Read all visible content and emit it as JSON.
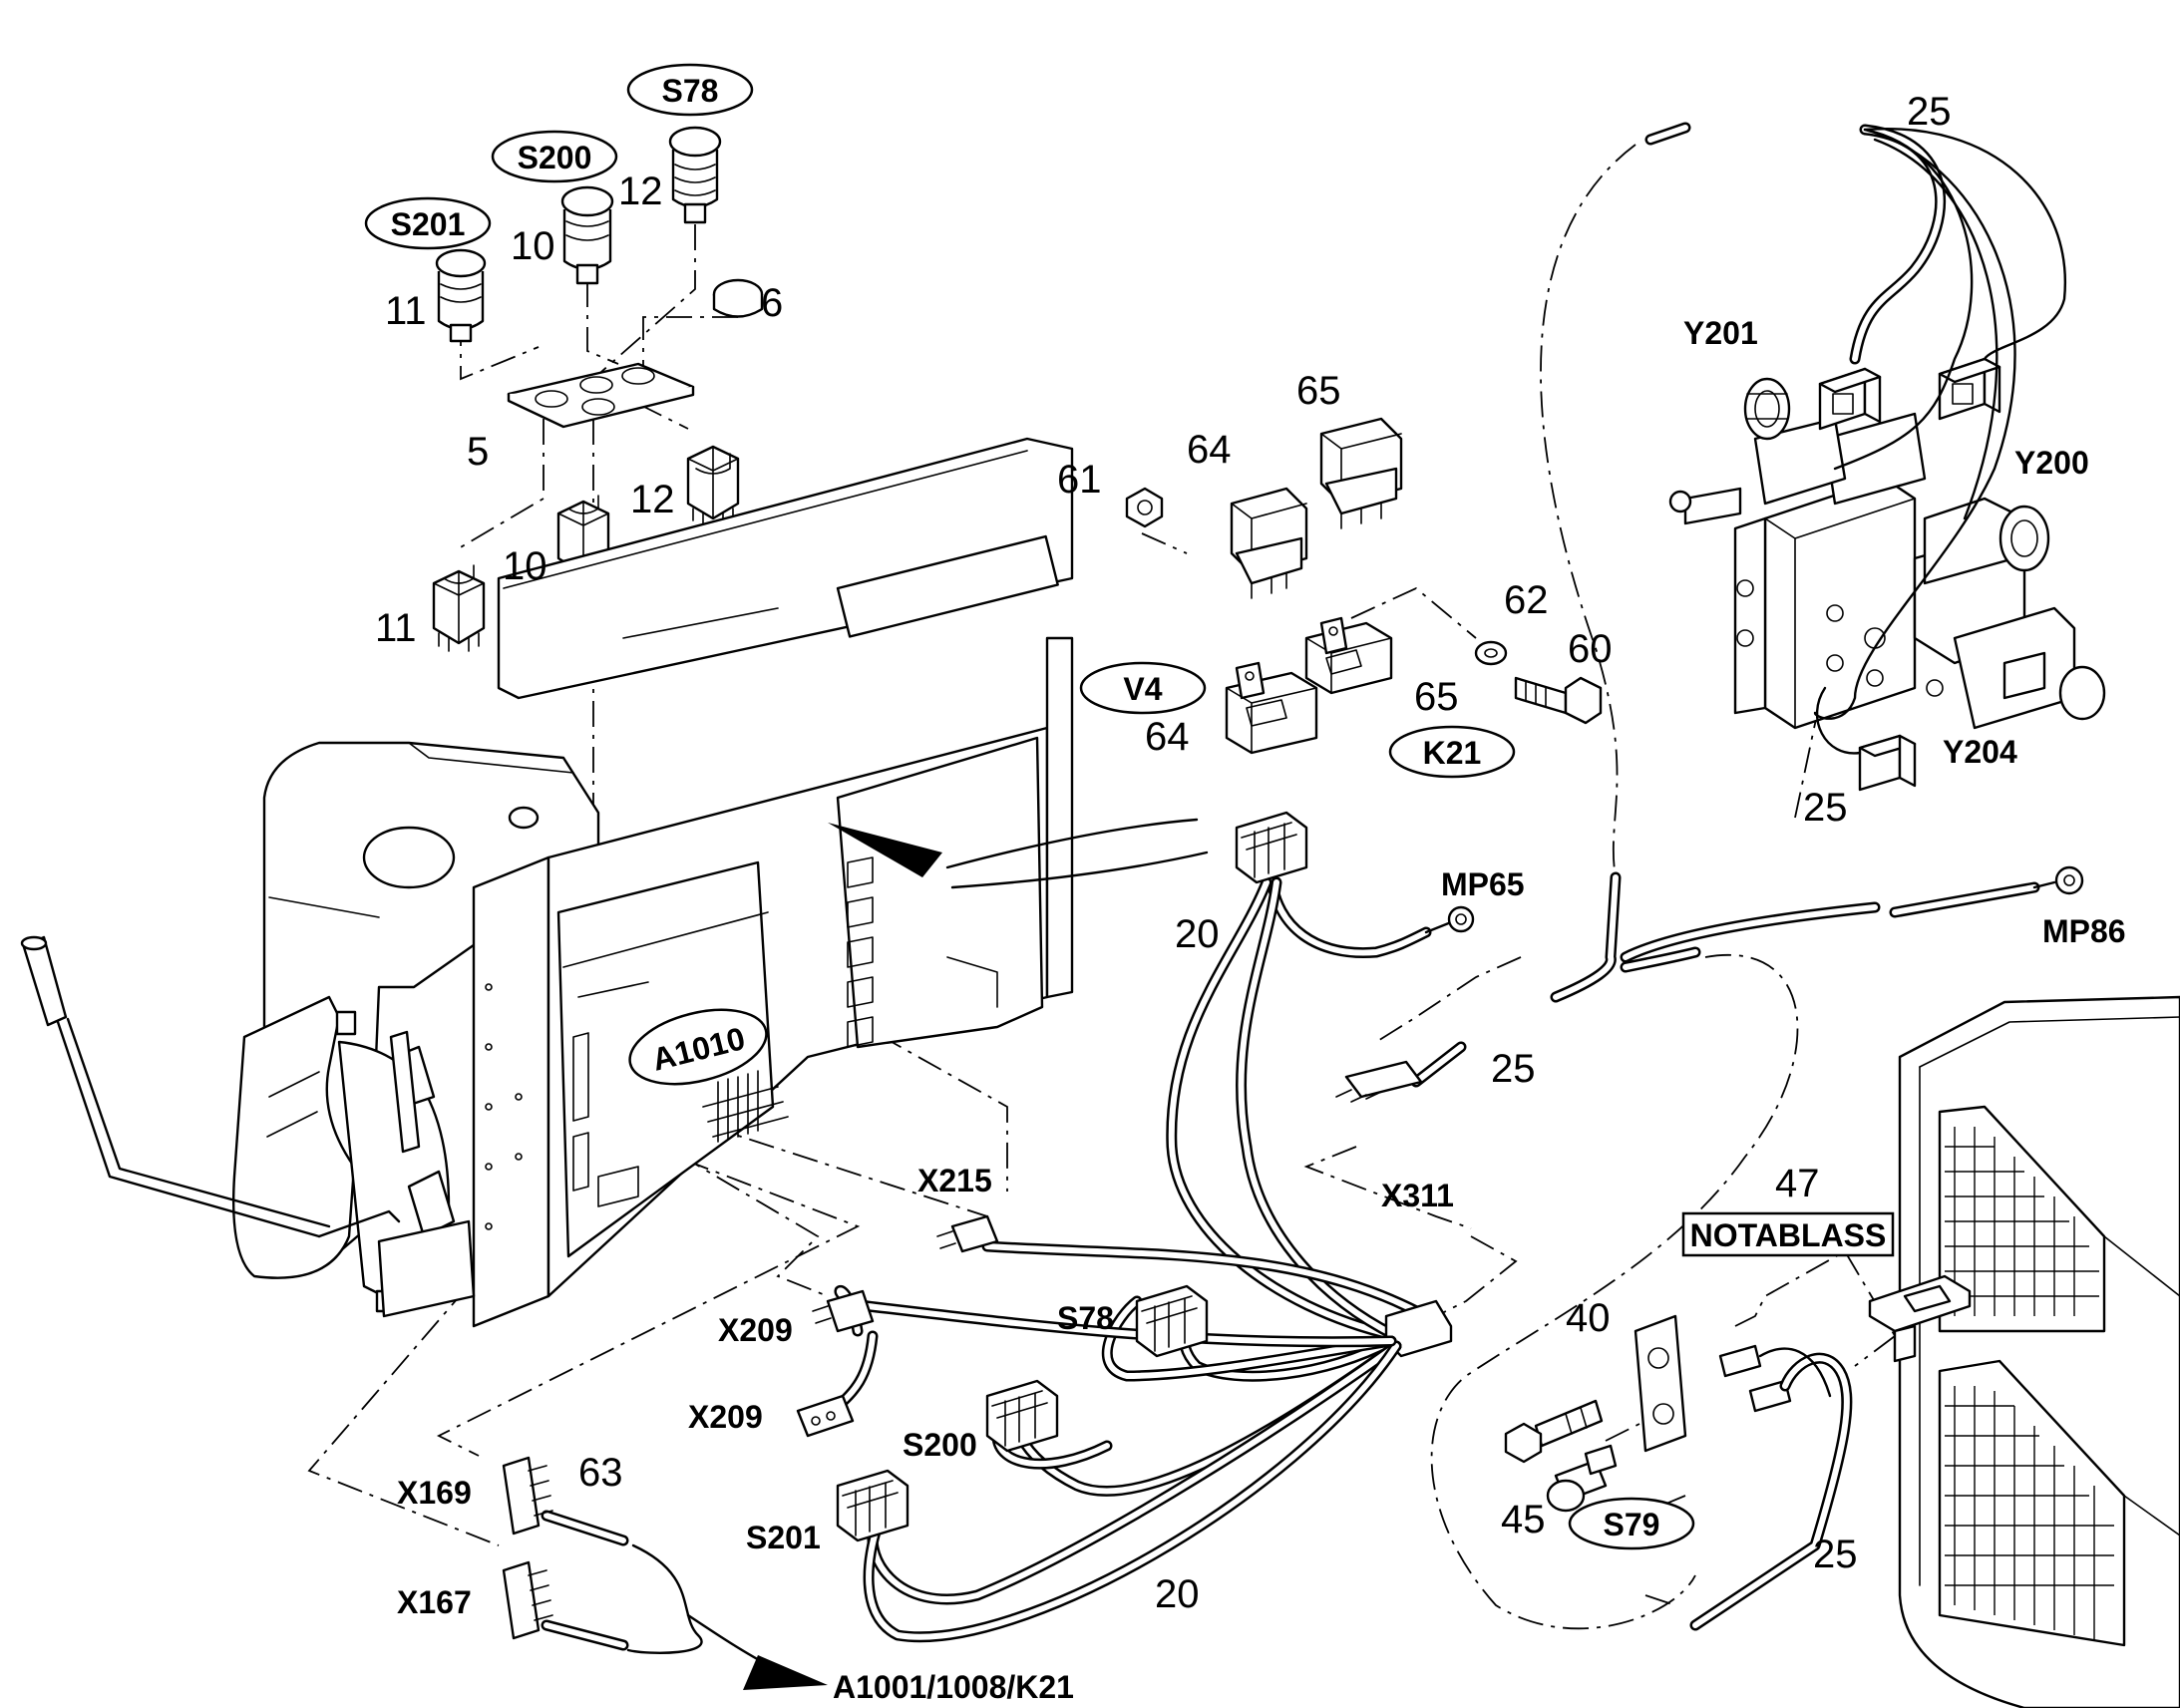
{
  "diagram": {
    "pill_labels": {
      "s78": "S78",
      "s200": "S200",
      "s201": "S201",
      "v4": "V4",
      "k21": "K21",
      "s79": "S79",
      "a1010": "A1010"
    },
    "box_label": {
      "notablass": "NOTABLASS"
    },
    "part_numbers": {
      "n12_top": "12",
      "n10_top": "10",
      "n11_top": "11",
      "n6": "6",
      "n5": "5",
      "n12_bot": "12",
      "n10_bot": "10",
      "n11_bot": "11",
      "n61": "61",
      "n64_top": "64",
      "n65_top": "65",
      "n62": "62",
      "n60": "60",
      "n65_bot": "65",
      "n64_bot": "64",
      "n25_top": "25",
      "n25_valve": "25",
      "n20_mid": "20",
      "n25_mid": "25",
      "n47": "47",
      "n40": "40",
      "n45": "45",
      "n25_bot": "25",
      "n63": "63",
      "n20_bot": "20"
    },
    "connector_labels": {
      "y201": "Y201",
      "y200": "Y200",
      "y204": "Y204",
      "mp65": "MP65",
      "mp86": "MP86",
      "x311": "X311",
      "x215": "X215",
      "x209_a": "X209",
      "x209_b": "X209",
      "s78_conn": "S78",
      "s200_conn": "S200",
      "s201_conn": "S201",
      "x169": "X169",
      "x167": "X167",
      "a1001": "A1001/1008/K21"
    },
    "icons": [
      "switch-icon",
      "relay-icon",
      "solenoid-valve-icon",
      "connector-icon",
      "ring-terminal-icon",
      "arrow-icon",
      "grille-icon"
    ]
  }
}
